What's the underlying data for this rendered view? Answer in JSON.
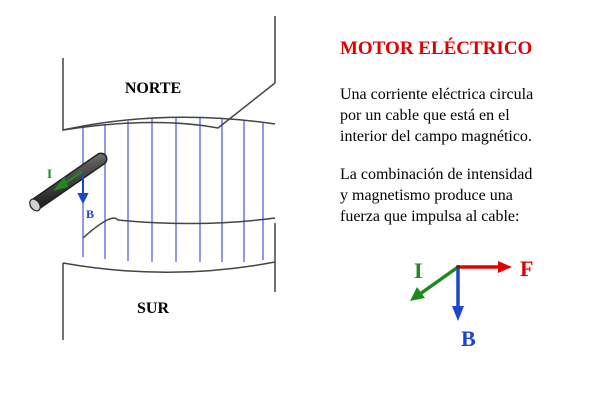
{
  "title": "MOTOR ELÉCTRICO",
  "paragraphs": [
    {
      "lines": [
        "Una corriente eléctrica circula",
        "por un cable que está en el",
        "interior del campo magnético."
      ]
    },
    {
      "lines": [
        "La combinación de intensidad",
        "y magnetismo produce una",
        "fuerza que impulsa al cable:"
      ]
    }
  ],
  "magnet": {
    "north_label": "NORTE",
    "south_label": "SUR"
  },
  "wire_labels": {
    "current": "I",
    "field": "B"
  },
  "vectors": [
    {
      "id": "current",
      "label": "I",
      "color": "#1e8a1e"
    },
    {
      "id": "field",
      "label": "B",
      "color": "#1a45d0"
    },
    {
      "id": "force",
      "label": "F",
      "color": "#e00000"
    }
  ],
  "colors": {
    "title": "#e00000",
    "field_lines": "#2233cc",
    "outline": "#444444"
  }
}
